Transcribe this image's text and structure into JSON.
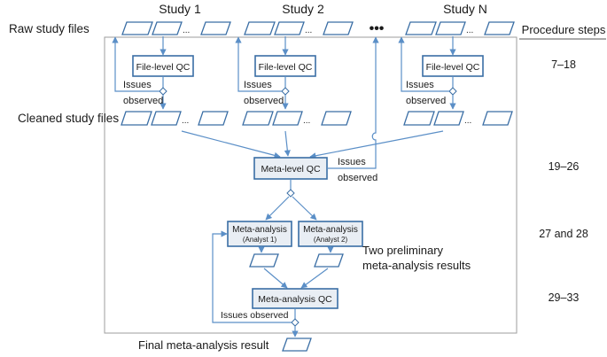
{
  "header": {
    "study_1": "Study 1",
    "study_2": "Study 2",
    "study_n": "Study N",
    "study_ellipsis": "•••",
    "procedure_steps": "Procedure steps"
  },
  "labels": {
    "raw_study_files": "Raw study files",
    "cleaned_study_files": "Cleaned study files",
    "final_result": "Final meta-analysis result",
    "two_preliminary_line1": "Two preliminary",
    "two_preliminary_line2": "meta-analysis results",
    "ellipsis": "..."
  },
  "boxes": {
    "file_level_qc": "File-level QC",
    "meta_level_qc": "Meta-level QC",
    "meta_analysis": "Meta-analysis",
    "analyst_1": "(Analyst 1)",
    "analyst_2": "(Analyst 2)",
    "meta_analysis_qc": "Meta-analysis QC"
  },
  "issues": {
    "issues": "Issues",
    "observed": "observed",
    "issues_observed": "Issues observed"
  },
  "steps": {
    "s1": "7–18",
    "s2": "19–26",
    "s3": "27 and 28",
    "s4": "29–33"
  },
  "colors": {
    "line": "#5b8fc7",
    "border": "#3a6ea5",
    "box_fill": "#e9eef4"
  }
}
